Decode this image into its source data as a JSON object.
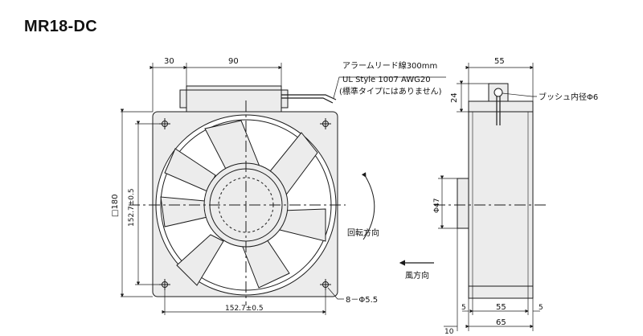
{
  "title": "MR18-DC",
  "labels": {
    "dim_30": "30",
    "dim_90": "90",
    "dim_55_top": "55",
    "dim_24": "24",
    "lead_line1": "アラームリード線300mm",
    "lead_line2": "UL Style 1007 AWG20",
    "lead_line3": "(標準タイプにはありません)",
    "bushing": "ブッシュ内径Φ6",
    "dim_180": "□180",
    "dim_152_v": "152.7±0.5",
    "dim_152_h": "152.7±0.5",
    "dim_47": "Φ47",
    "rotation": "回転方向",
    "airflow": "風方向",
    "holes": "8－Φ5.5",
    "dim_5_left": "5",
    "dim_55_bottom": "55",
    "dim_5_right": "5",
    "dim_10": "10",
    "dim_65": "65"
  },
  "colors": {
    "body": "#ececec",
    "line": "#1a1a1a"
  }
}
